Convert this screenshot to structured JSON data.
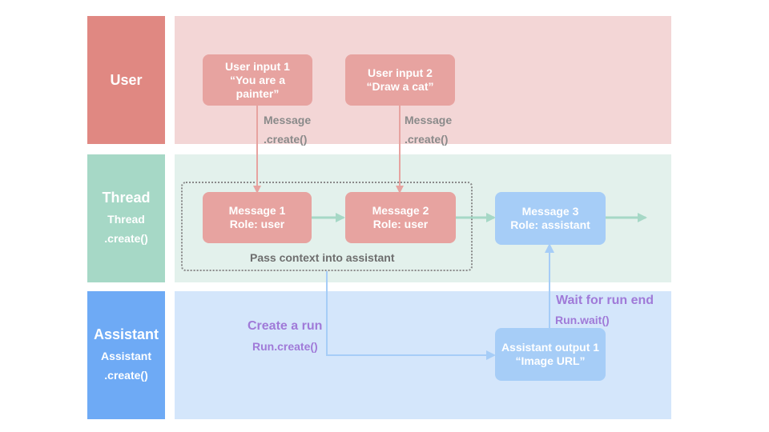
{
  "lanes": {
    "user": {
      "title": "User"
    },
    "thread": {
      "title": "Thread",
      "sub1": "Thread",
      "sub2": ".create()"
    },
    "assistant": {
      "title": "Assistant",
      "sub1": "Assistant",
      "sub2": ".create()"
    }
  },
  "boxes": {
    "user_input_1": {
      "lines": [
        "User input 1",
        "“You are a",
        "painter”"
      ]
    },
    "user_input_2": {
      "lines": [
        "User input 2",
        "“Draw a cat”"
      ]
    },
    "message_1": {
      "lines": [
        "Message 1",
        "Role: user"
      ]
    },
    "message_2": {
      "lines": [
        "Message 2",
        "Role: user"
      ]
    },
    "message_3": {
      "lines": [
        "Message 3",
        "Role: assistant"
      ]
    },
    "assistant_output_1": {
      "lines": [
        "Assistant output 1",
        "“Image URL”"
      ]
    }
  },
  "labels": {
    "message_create_1": [
      "Message",
      ".create()"
    ],
    "message_create_2": [
      "Message",
      ".create()"
    ],
    "pass_context": "Pass context into assistant",
    "create_run": "Create a run",
    "run_create": "Run.create()",
    "wait_for_run_end": "Wait for run end",
    "run_wait": "Run.wait()"
  },
  "colors": {
    "user_lane_label": "#e08882",
    "user_lane": "#f3d6d6",
    "thread_lane_label": "#a6d8c6",
    "thread_lane": "#e3f1ec",
    "assistant_lane_label": "#6eaaf5",
    "assistant_lane": "#d4e6fb",
    "red_arrow": "#e7a3a0",
    "green_arrow": "#a6d8c6",
    "blue_arrow": "#a6cdf7",
    "purple_text": "#a07ad8"
  }
}
